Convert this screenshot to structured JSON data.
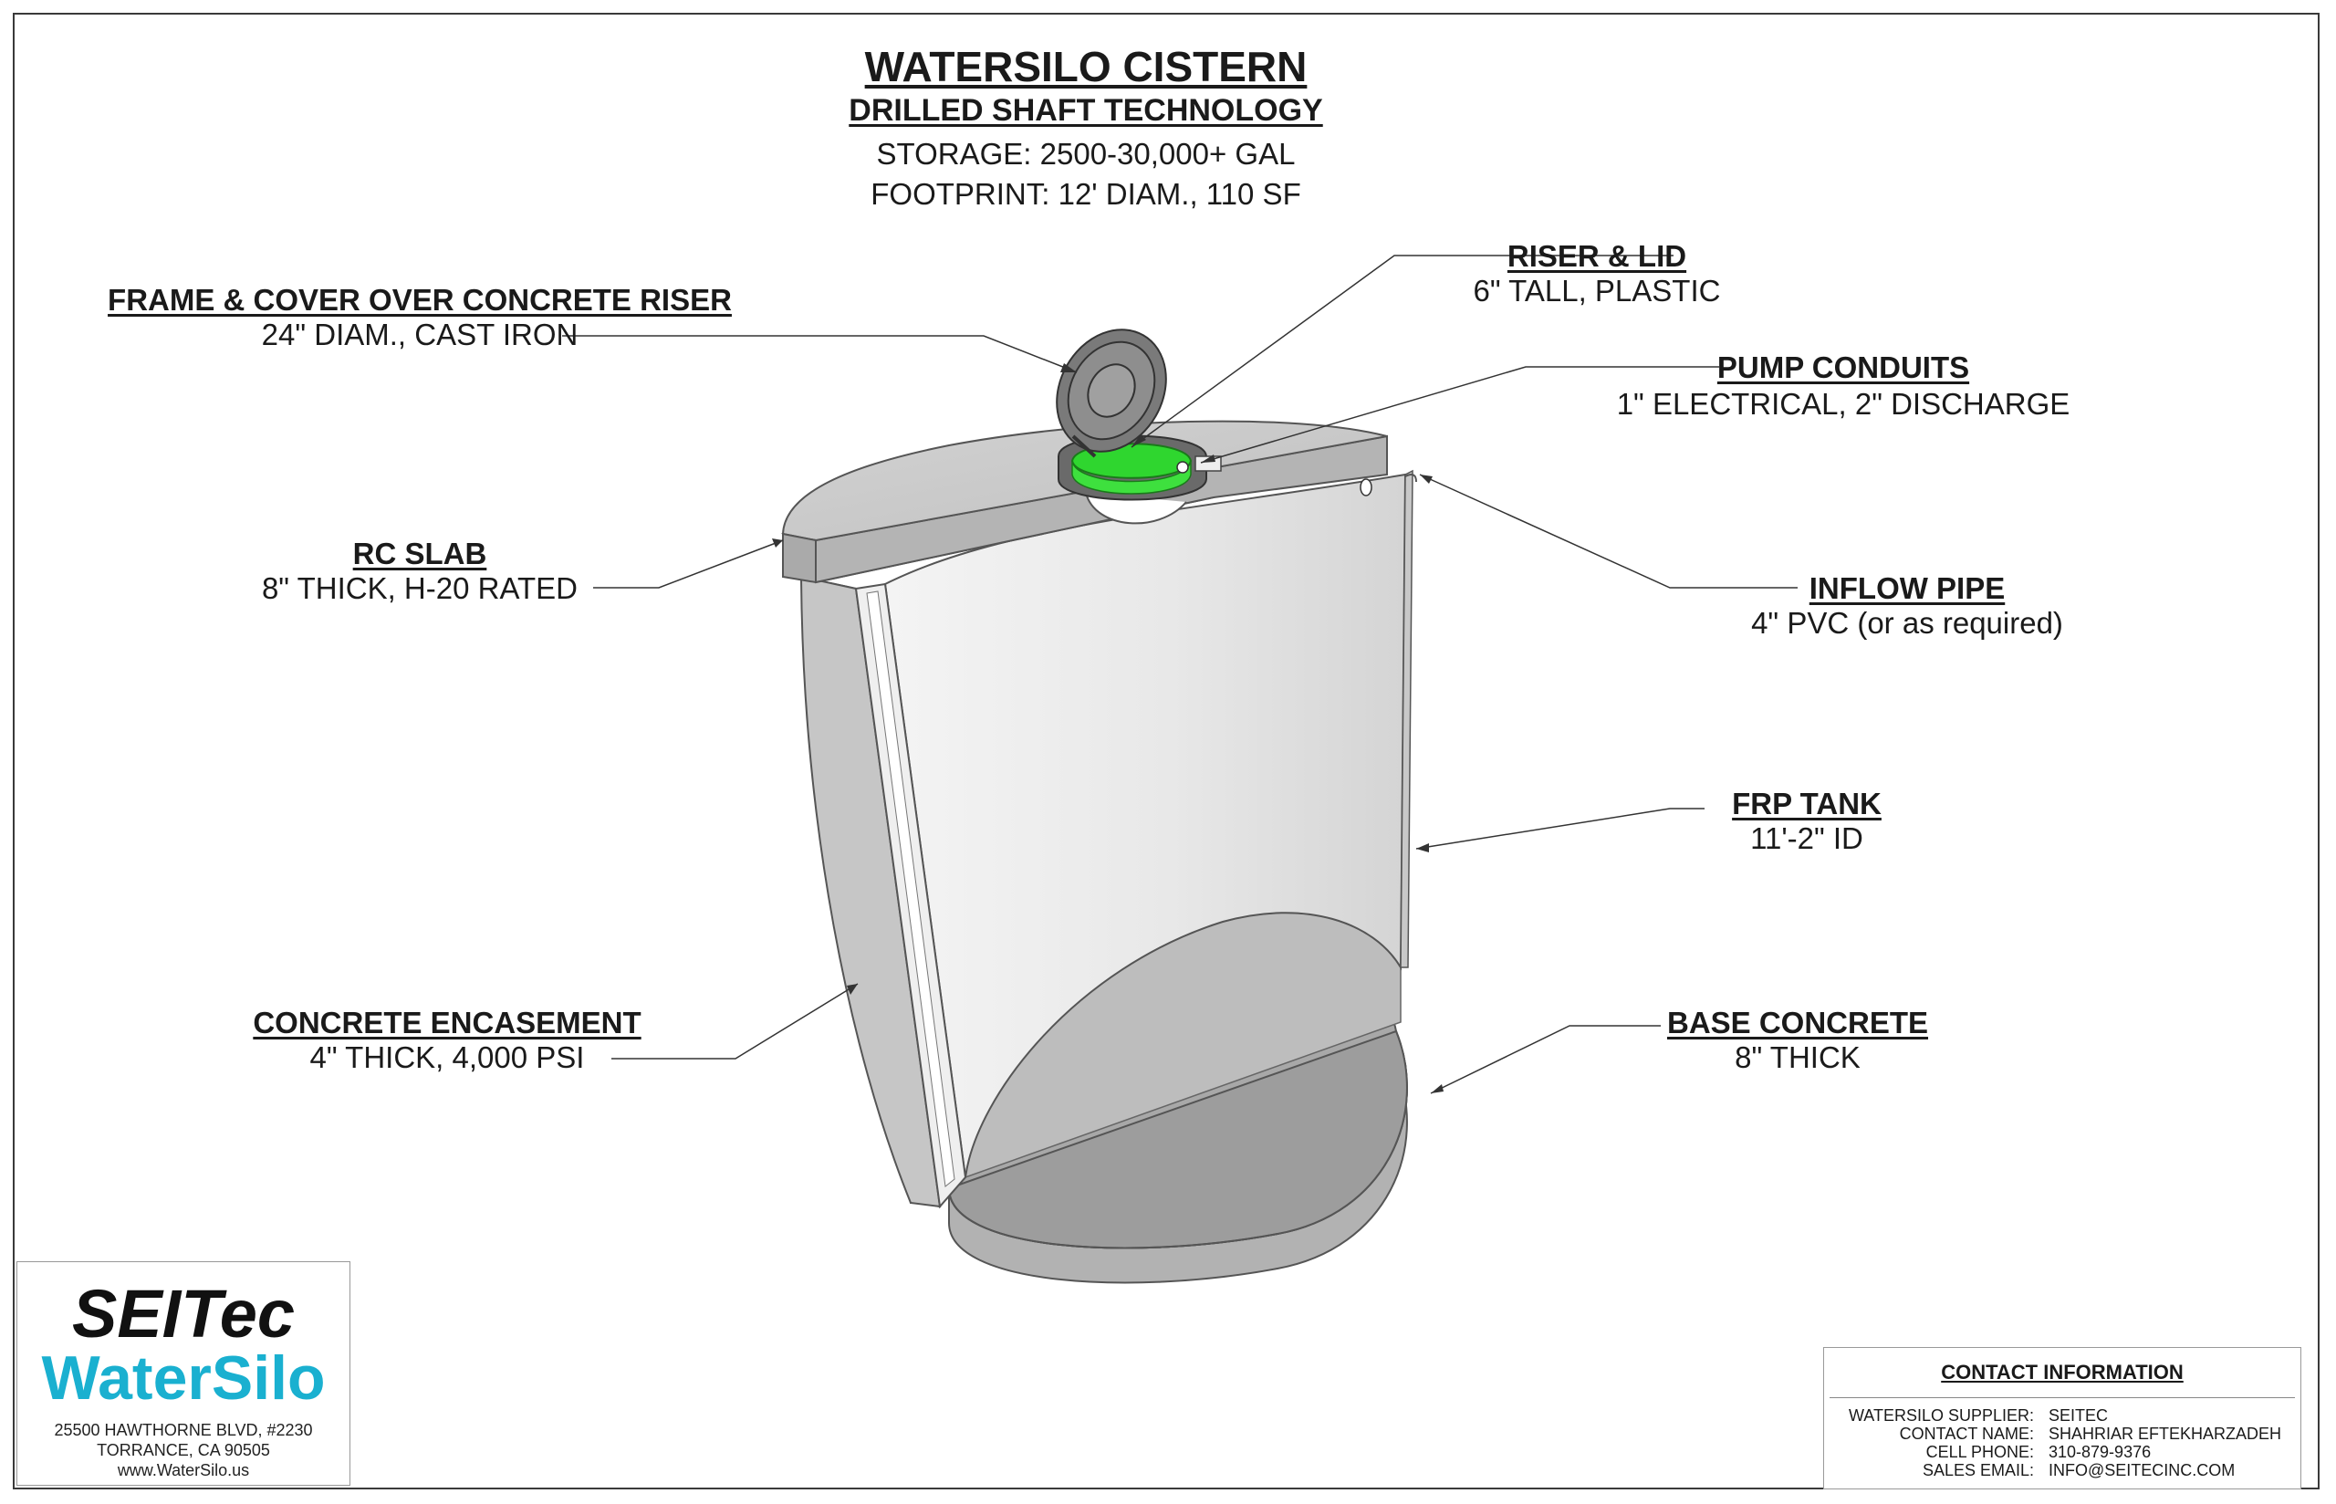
{
  "title": {
    "main": "WATERSILO CISTERN",
    "sub": "DRILLED SHAFT TECHNOLOGY",
    "storage": "STORAGE: 2500-30,000+ GAL",
    "footprint": "FOOTPRINT: 12' DIAM., 110 SF"
  },
  "callouts": {
    "frame_cover": {
      "heading": "FRAME & COVER OVER CONCRETE RISER",
      "detail": "24\" DIAM., CAST IRON"
    },
    "riser_lid": {
      "heading": "RISER & LID",
      "detail": "6\" TALL, PLASTIC"
    },
    "pump_conduits": {
      "heading": "PUMP CONDUITS",
      "detail": "1\" ELECTRICAL, 2\" DISCHARGE"
    },
    "rc_slab": {
      "heading": "RC SLAB",
      "detail": "8\" THICK, H-20 RATED"
    },
    "inflow_pipe": {
      "heading": "INFLOW PIPE",
      "detail": "4\" PVC (or as required)"
    },
    "frp_tank": {
      "heading": "FRP TANK",
      "detail": "11'-2\" ID"
    },
    "concrete_encasement": {
      "heading": "CONCRETE ENCASEMENT",
      "detail": "4\" THICK, 4,000 PSI"
    },
    "base_concrete": {
      "heading": "BASE CONCRETE",
      "detail": "8\" THICK"
    }
  },
  "logo": {
    "brand": "SEITec",
    "product": "WaterSilo",
    "address_1": "25500 HAWTHORNE BLVD, #2230",
    "address_2": "TORRANCE, CA 90505",
    "website": "www.WaterSilo.us"
  },
  "contact": {
    "title": "CONTACT INFORMATION",
    "rows": [
      {
        "key": "WATERSILO SUPPLIER:",
        "value": "SEITEC"
      },
      {
        "key": "CONTACT NAME:",
        "value": "SHAHRIAR EFTEKHARZADEH"
      },
      {
        "key": "CELL PHONE:",
        "value": "310-879-9376"
      },
      {
        "key": "SALES EMAIL:",
        "value": "INFO@SEITECINC.COM"
      }
    ]
  },
  "colors": {
    "concrete": "#cfcfcf",
    "concrete_dark": "#a9a9a9",
    "tank_inner": "#efefef",
    "riser_green": "#3ee03e",
    "logo_blue": "#1ab0d0"
  }
}
